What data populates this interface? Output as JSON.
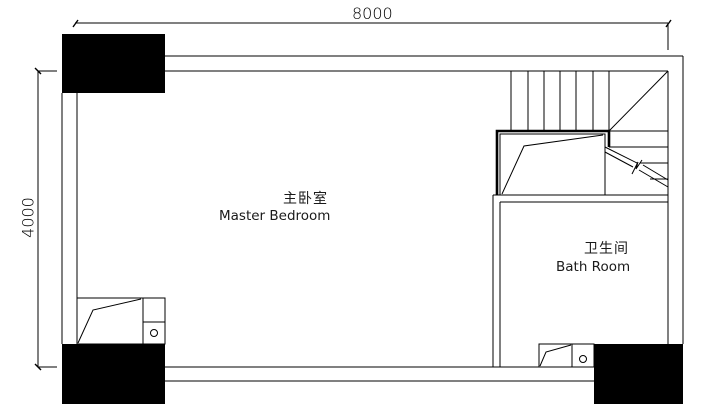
{
  "drawing": {
    "type": "floor-plan",
    "dimensions": {
      "width_label": "8000",
      "height_label": "4000"
    },
    "rooms": [
      {
        "name_zh": "主卧室",
        "name_en": "Master Bedroom"
      },
      {
        "name_zh": "卫生间",
        "name_en": "Bath Room"
      }
    ],
    "colors": {
      "line": "#000000",
      "background": "#ffffff",
      "column_fill": "#000000"
    }
  }
}
